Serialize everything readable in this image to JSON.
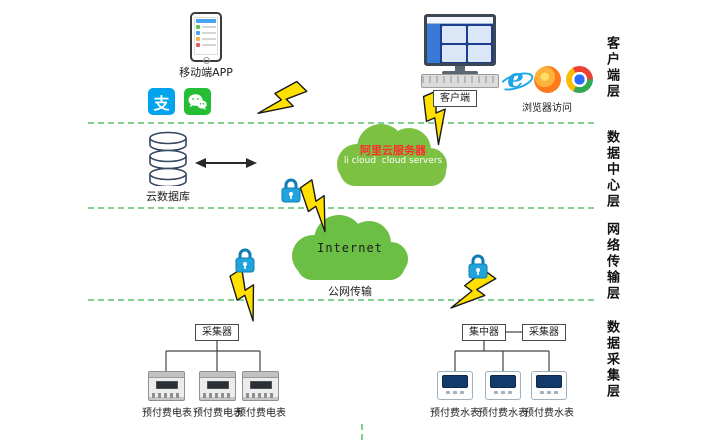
{
  "layers": {
    "client": "客户端层",
    "datacenter": "数据中心层",
    "network": "网络传输层",
    "collection": "数据采集层"
  },
  "client_layer": {
    "mobile_app_label": "移动端APP",
    "client_label": "客户端",
    "browser_label": "浏览器访问"
  },
  "datacenter_layer": {
    "cloud_db_label": "云数据库",
    "ali_cloud_title": "阿里云服务器",
    "ali_cloud_subtitle": "li cloud  cloud servers"
  },
  "network_layer": {
    "internet_label": "Internet",
    "public_net_label": "公网传输"
  },
  "collection_layer": {
    "collector_left_label": "采集器",
    "concentrator_label": "集中器",
    "collector_right_label": "采集器",
    "electric_meter_labels": [
      "预付费电表",
      "预付费电表",
      "预付费电表"
    ],
    "water_meter_labels": [
      "预付费水表",
      "预付费水表",
      "预付费水表"
    ]
  },
  "icons": {
    "alipay_glyph": "支",
    "ie_glyph": "e"
  },
  "colors": {
    "layer_divider_green": "#3BB54A",
    "ali_cloud_green": "#7CC142",
    "internet_cloud_green": "#6CBF45",
    "lightning_yellow": "#FFE000",
    "lock_blue": "#21A3DC",
    "ali_title_red": "#FF2D2D"
  }
}
